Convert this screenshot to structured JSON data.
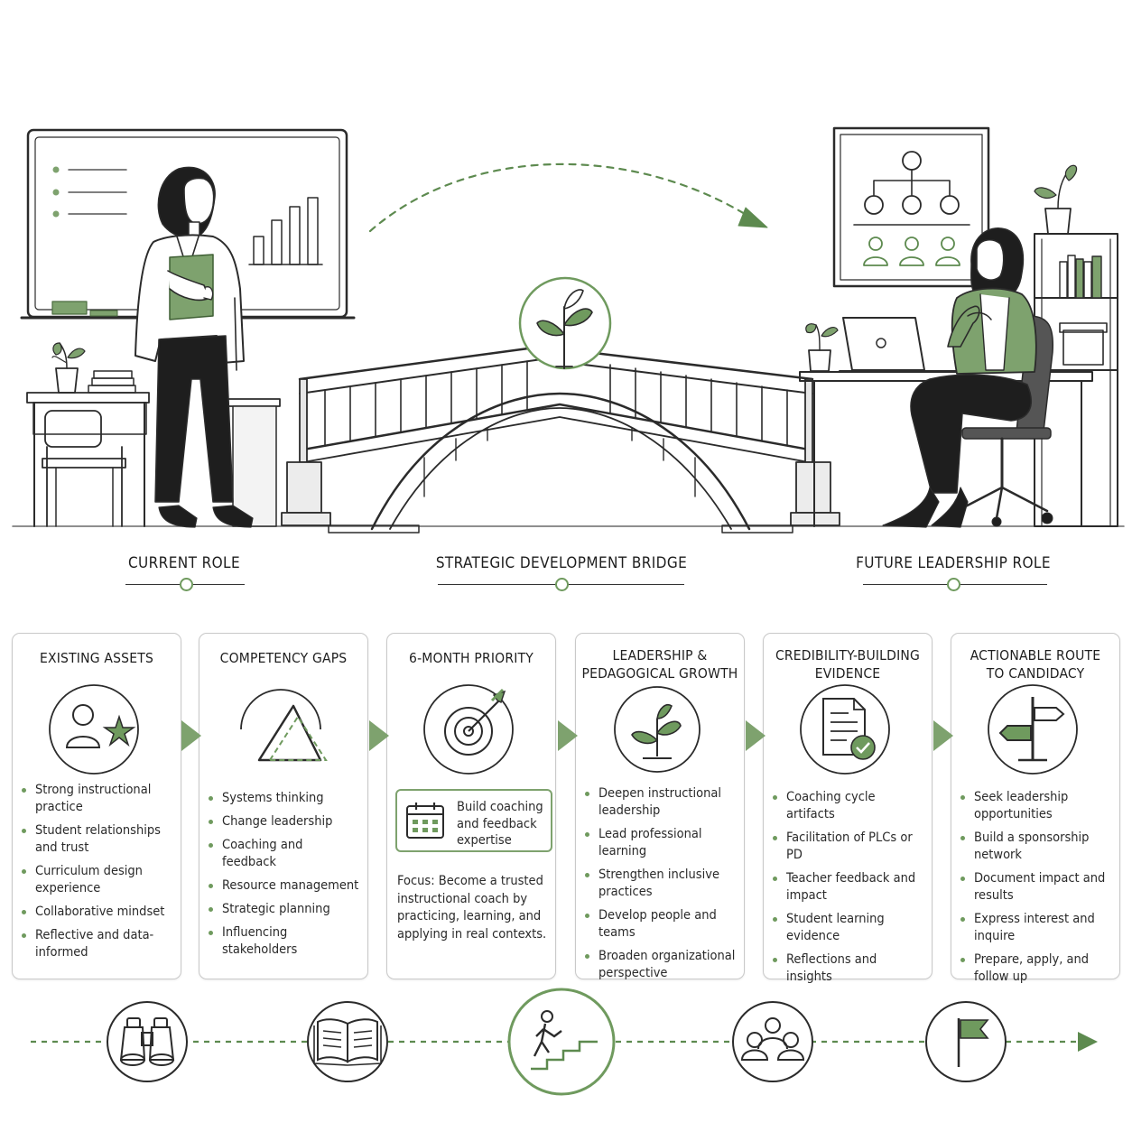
{
  "sections": {
    "current": "CURRENT ROLE",
    "bridge": "STRATEGIC DEVELOPMENT BRIDGE",
    "future": "FUTURE LEADERSHIP ROLE"
  },
  "cards": [
    {
      "title": "EXISTING ASSETS",
      "icon": "person-star-icon",
      "items": [
        "Strong instructional practice",
        "Student relationships and trust",
        "Curriculum design experience",
        "Collaborative mindset",
        "Reflective and data-informed"
      ]
    },
    {
      "title": "COMPETENCY GAPS",
      "icon": "mountain-triangles-icon",
      "items": [
        "Systems thinking",
        "Change leadership",
        "Coaching and feedback",
        "Resource management",
        "Strategic planning",
        "Influencing stakeholders"
      ]
    },
    {
      "title": "6-MONTH PRIORITY",
      "icon": "target-icon",
      "priority": "Build coaching and feedback expertise",
      "focus": "Focus: Become a trusted instructional coach by practicing, learning, and applying in real contexts."
    },
    {
      "title": "LEADERSHIP & PEDAGOGICAL GROWTH",
      "icon": "sprout-icon",
      "items": [
        "Deepen instructional leadership",
        "Lead professional learning",
        "Strengthen inclusive practices",
        "Develop people and teams",
        "Broaden organizational perspective"
      ]
    },
    {
      "title": "CREDIBILITY-BUILDING EVIDENCE",
      "icon": "document-check-icon",
      "items": [
        "Coaching cycle artifacts",
        "Facilitation of PLCs or PD",
        "Teacher feedback and impact",
        "Student learning evidence",
        "Reflections and insights"
      ]
    },
    {
      "title": "ACTIONABLE ROUTE TO CANDIDACY",
      "icon": "signpost-icon",
      "items": [
        "Seek leadership opportunities",
        "Build a sponsorship network",
        "Document impact and results",
        "Express interest and inquire",
        "Prepare, apply, and follow up"
      ]
    }
  ],
  "timeline_icons": [
    "binoculars-icon",
    "open-book-icon",
    "climbing-stairs-icon",
    "team-icon",
    "flag-icon"
  ],
  "colors": {
    "accent": "#6f9a5e",
    "ink": "#1e1e1e",
    "border": "#c9c9c9"
  }
}
